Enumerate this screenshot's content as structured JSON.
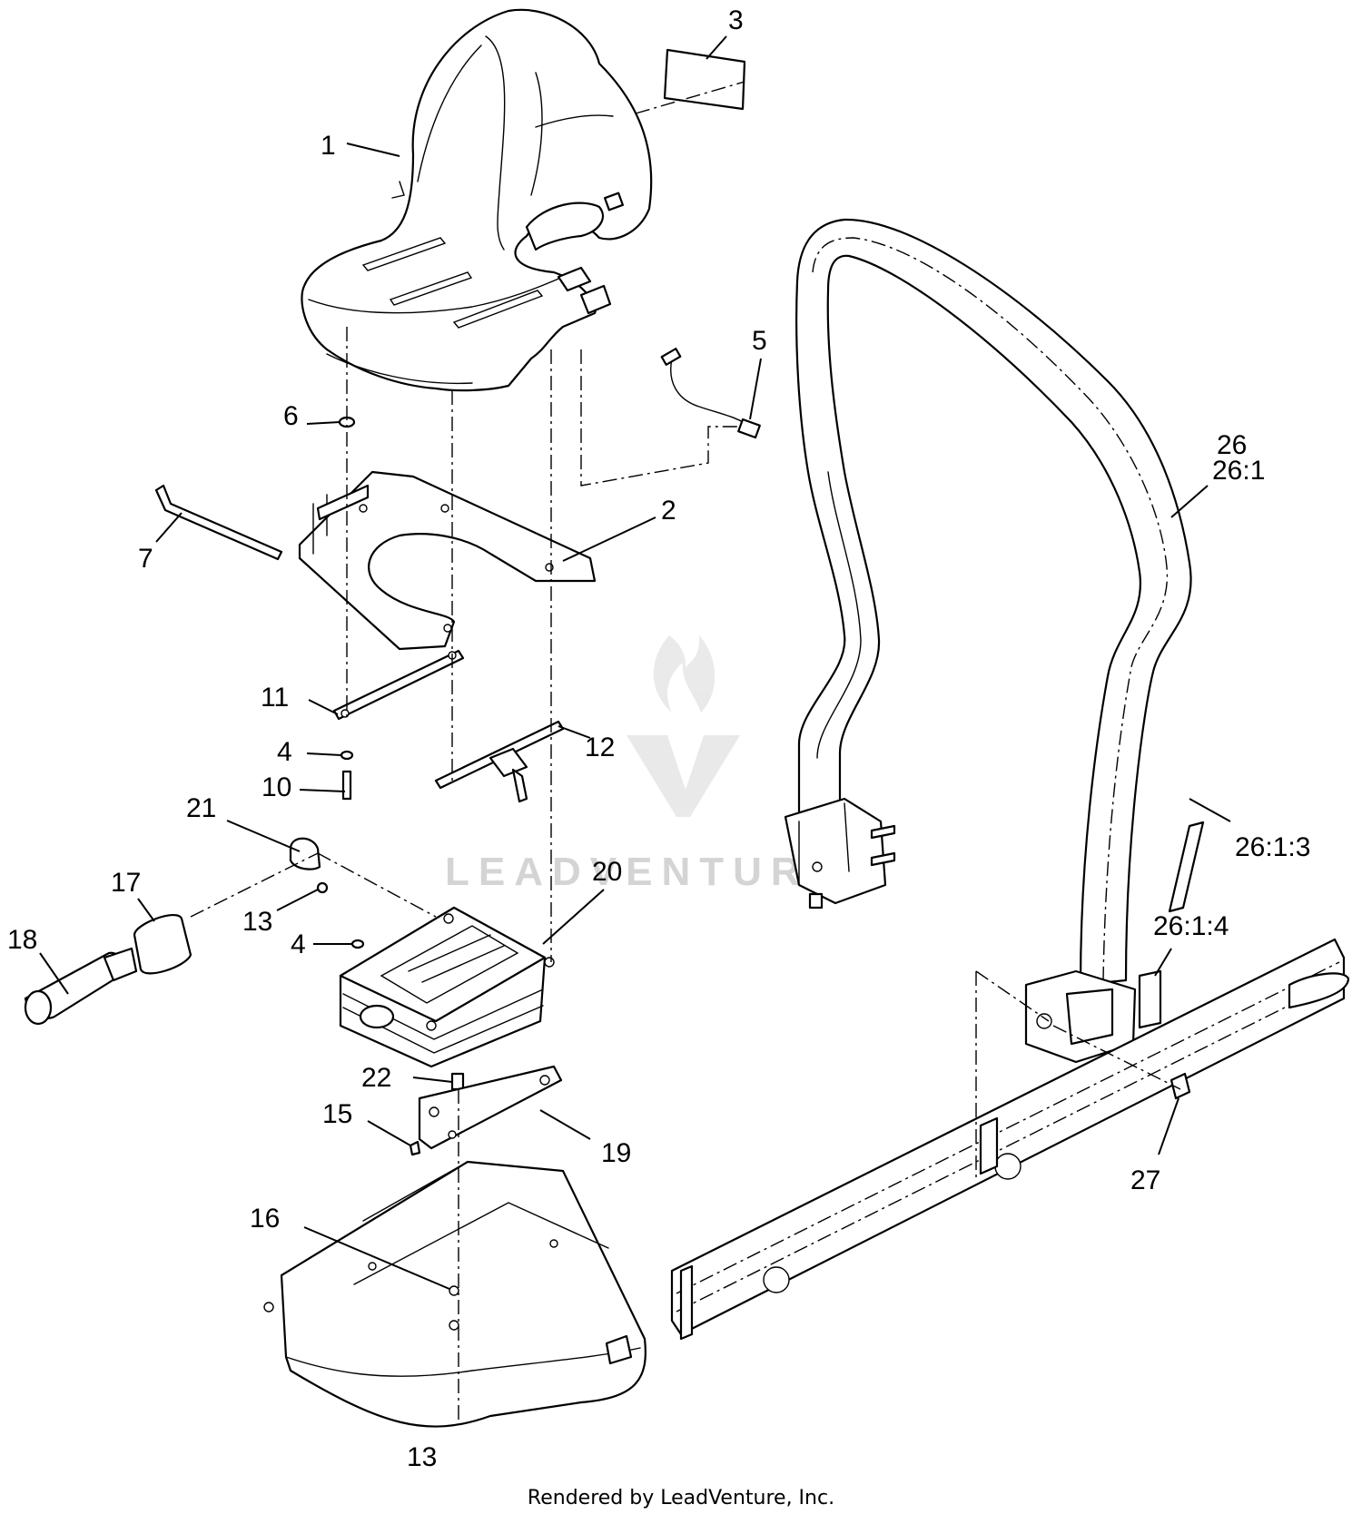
{
  "watermark": {
    "text": "LEADVENTURE"
  },
  "footer": {
    "text": "Rendered by LeadVenture, Inc."
  },
  "callouts": [
    {
      "id": "c1",
      "label": "1"
    },
    {
      "id": "c2",
      "label": "2"
    },
    {
      "id": "c3",
      "label": "3"
    },
    {
      "id": "c4a",
      "label": "4"
    },
    {
      "id": "c4b",
      "label": "4"
    },
    {
      "id": "c5",
      "label": "5"
    },
    {
      "id": "c6",
      "label": "6"
    },
    {
      "id": "c7",
      "label": "7"
    },
    {
      "id": "c10",
      "label": "10"
    },
    {
      "id": "c11",
      "label": "11"
    },
    {
      "id": "c12",
      "label": "12"
    },
    {
      "id": "c13a",
      "label": "13"
    },
    {
      "id": "c13b",
      "label": "13"
    },
    {
      "id": "c15",
      "label": "15"
    },
    {
      "id": "c16",
      "label": "16"
    },
    {
      "id": "c17",
      "label": "17"
    },
    {
      "id": "c18",
      "label": "18"
    },
    {
      "id": "c19",
      "label": "19"
    },
    {
      "id": "c20",
      "label": "20"
    },
    {
      "id": "c21",
      "label": "21"
    },
    {
      "id": "c22",
      "label": "22"
    },
    {
      "id": "c26",
      "label": "26"
    },
    {
      "id": "c26-1",
      "label": "26:1"
    },
    {
      "id": "c26-1-3",
      "label": "26:1:3"
    },
    {
      "id": "c26-1-4",
      "label": "26:1:4"
    },
    {
      "id": "c27",
      "label": "27"
    }
  ]
}
